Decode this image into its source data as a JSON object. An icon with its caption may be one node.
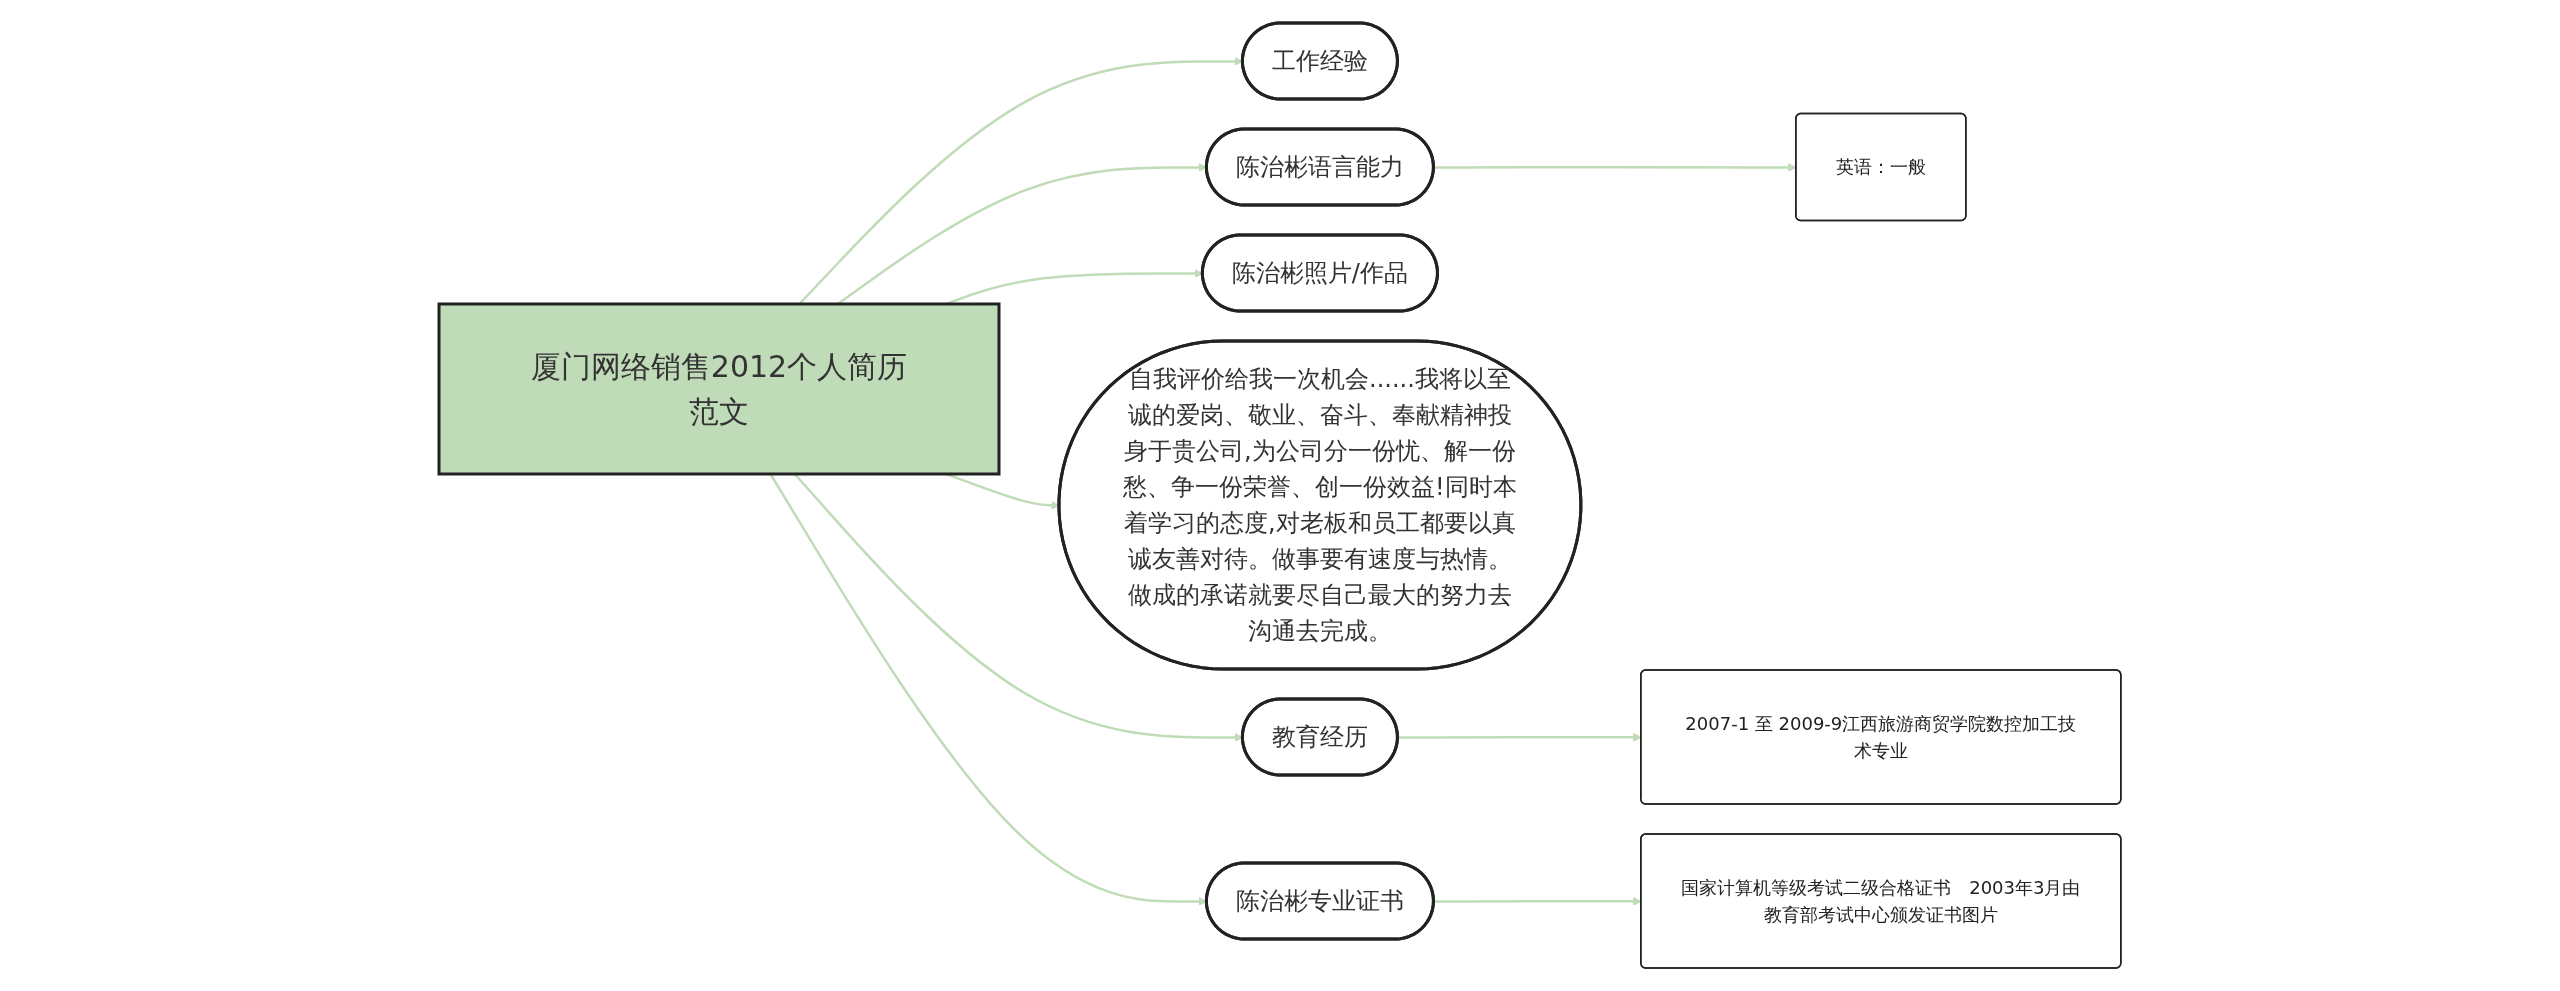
{
  "diagram": {
    "nodes": [
      {
        "text": [
          "厦门网络销售2012个人简历范文"
        ]
      },
      {
        "text": [
          "工作经验"
        ]
      },
      {
        "text": [
          "陈治彬语言能力"
        ]
      },
      {
        "text": [
          "英语：一般"
        ]
      },
      {
        "text": [
          "陈治彬照片/作品"
        ]
      },
      {
        "text": [
          "自我评价给我一次机会......我将以至诚的爱岗、敬业、奋斗、奉献精神投身于贵公司,为公司分一份忧、解一份愁、争一份荣誉、创一份效益!同时本着学习的态度,对老板和员工都要以真诚友善对待。做事要有速度与热情。做成的承诺就要尽自己最大的努力去沟通去完成。"
        ]
      },
      {
        "text": [
          "教育经历"
        ]
      },
      {
        "text": [
          "2007-1 至 2009-9江西旅游商贸学院数控加工技术专业"
        ]
      },
      {
        "text": [
          "陈治彬专业证书"
        ]
      },
      {
        "text": [
          "国家计算机等级考试二级合格证书　2003年3月由教育部考试中心颁发证书图片"
        ]
      }
    ],
    "edges": [
      {
        "from": 0,
        "to": 1,
        "arrow": "to"
      },
      {
        "from": 0,
        "to": 2,
        "arrow": "to"
      },
      {
        "from": 2,
        "to": 3,
        "arrow": "to"
      },
      {
        "from": 0,
        "to": 4,
        "arrow": "to"
      },
      {
        "from": 0,
        "to": 5,
        "arrow": "to"
      },
      {
        "from": 0,
        "to": 6,
        "arrow": "to"
      },
      {
        "from": 6,
        "to": 7,
        "arrow": "to"
      },
      {
        "from": 0,
        "to": 8,
        "arrow": "to"
      },
      {
        "from": 8,
        "to": 9,
        "arrow": "to"
      }
    ]
  }
}
